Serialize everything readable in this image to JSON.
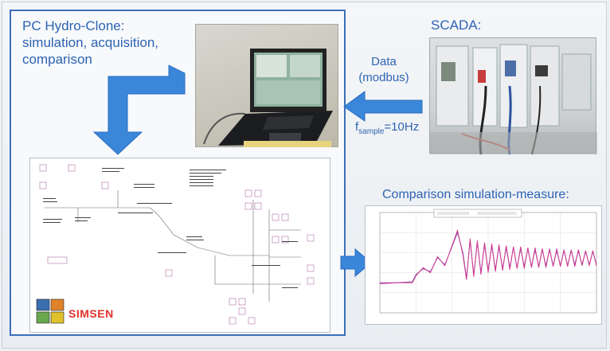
{
  "labels": {
    "pc_lines": [
      "PC Hydro-Clone:",
      "simulation, acquisition,",
      "comparison"
    ],
    "scada": "SCADA:",
    "data_lines": [
      "Data",
      "(modbus)"
    ],
    "fsample_base": "f",
    "fsample_sub": "sample",
    "fsample_value": "=10Hz",
    "comparison": "Comparison simulation-measure:",
    "simsen": "SIMSEN"
  },
  "colors": {
    "title_blue": "#2e63b3",
    "arrow_blue": "#3a86d8",
    "panel_border": "#3c6fb8",
    "simsen_red": "#e0322b",
    "sim_curve": "#7b4fb8",
    "meas_curve": "#d43a8e"
  },
  "icons": {
    "laptop_photo": "laptop-photo",
    "scada_photo": "scada-hardware-photo",
    "simsen_logo": "simsen-logo-icon"
  },
  "chart_data": {
    "type": "line",
    "title": "",
    "xlabel": "",
    "ylabel": "",
    "x": [
      0,
      0.5,
      0.9,
      1.0,
      1.2,
      1.4,
      1.6,
      1.8,
      2.0,
      2.15,
      2.3,
      2.4,
      2.5,
      2.6,
      2.7,
      2.8,
      2.9,
      3.0,
      3.1,
      3.2,
      3.3,
      3.4,
      3.5,
      3.6,
      3.7,
      3.8,
      3.9,
      4.0,
      4.1,
      4.2,
      4.3,
      4.4,
      4.5,
      4.6,
      4.7,
      4.8,
      4.9,
      5.0,
      5.1,
      5.2,
      5.3,
      5.4,
      5.5,
      5.6,
      5.7,
      5.8,
      5.9,
      6.0
    ],
    "series": [
      {
        "values": [
          0.3,
          0.3,
          0.31,
          0.38,
          0.44,
          0.41,
          0.55,
          0.48,
          0.66,
          0.8,
          0.6,
          0.35,
          0.72,
          0.38,
          0.7,
          0.4,
          0.68,
          0.42,
          0.67,
          0.43,
          0.66,
          0.44,
          0.65,
          0.45,
          0.65,
          0.45,
          0.64,
          0.46,
          0.64,
          0.46,
          0.63,
          0.46,
          0.63,
          0.47,
          0.63,
          0.47,
          0.62,
          0.47,
          0.62,
          0.47,
          0.62,
          0.48,
          0.62,
          0.48,
          0.61,
          0.48,
          0.61,
          0.48
        ]
      },
      {
        "values": [
          0.29,
          0.3,
          0.3,
          0.37,
          0.45,
          0.4,
          0.56,
          0.47,
          0.67,
          0.82,
          0.58,
          0.33,
          0.74,
          0.36,
          0.72,
          0.38,
          0.7,
          0.4,
          0.69,
          0.41,
          0.68,
          0.42,
          0.67,
          0.43,
          0.66,
          0.44,
          0.66,
          0.44,
          0.65,
          0.45,
          0.65,
          0.45,
          0.64,
          0.45,
          0.64,
          0.46,
          0.64,
          0.46,
          0.63,
          0.46,
          0.63,
          0.46,
          0.63,
          0.47,
          0.62,
          0.47,
          0.62,
          0.47
        ]
      }
    ],
    "xlim": [
      0,
      6
    ],
    "ylim": [
      0,
      1
    ],
    "grid": true
  }
}
